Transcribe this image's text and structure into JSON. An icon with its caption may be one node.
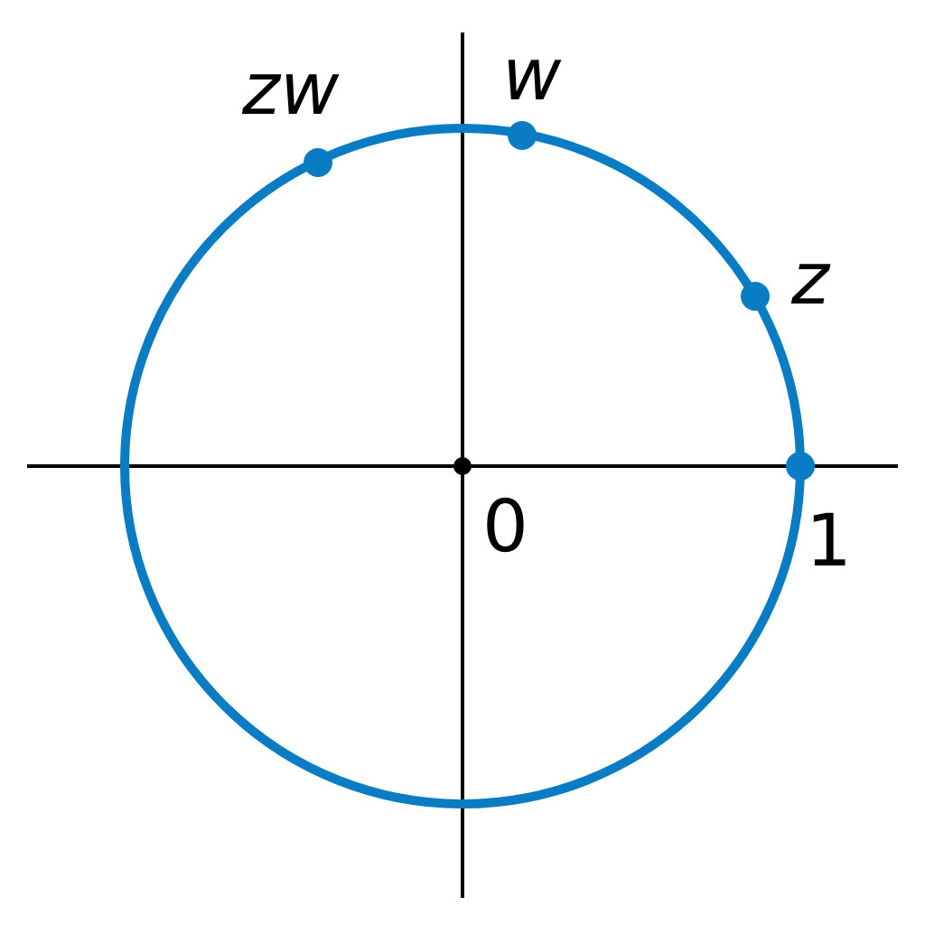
{
  "diagram": {
    "labels": [
      "zw",
      "w",
      "z",
      "0",
      "1"
    ]
  }
}
